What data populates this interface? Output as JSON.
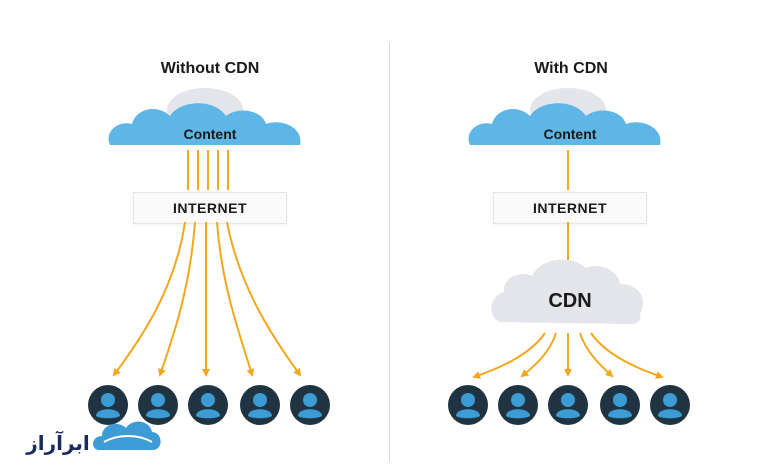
{
  "left": {
    "title": "Without CDN",
    "cloud_label": "Content",
    "internet_label": "INTERNET"
  },
  "right": {
    "title": "With CDN",
    "cloud_label": "Content",
    "internet_label": "INTERNET",
    "cdn_label": "CDN"
  },
  "colors": {
    "cloud_blue": "#5eb6e6",
    "cloud_grey": "#e3e5ea",
    "arrow": "#f2a81d",
    "user_dark": "#1f3440",
    "user_blue": "#3d9cd6"
  },
  "icons": {
    "user": "user-icon",
    "logo": "cloud-logo-icon"
  },
  "logo": {
    "text": "ابرآراز"
  }
}
